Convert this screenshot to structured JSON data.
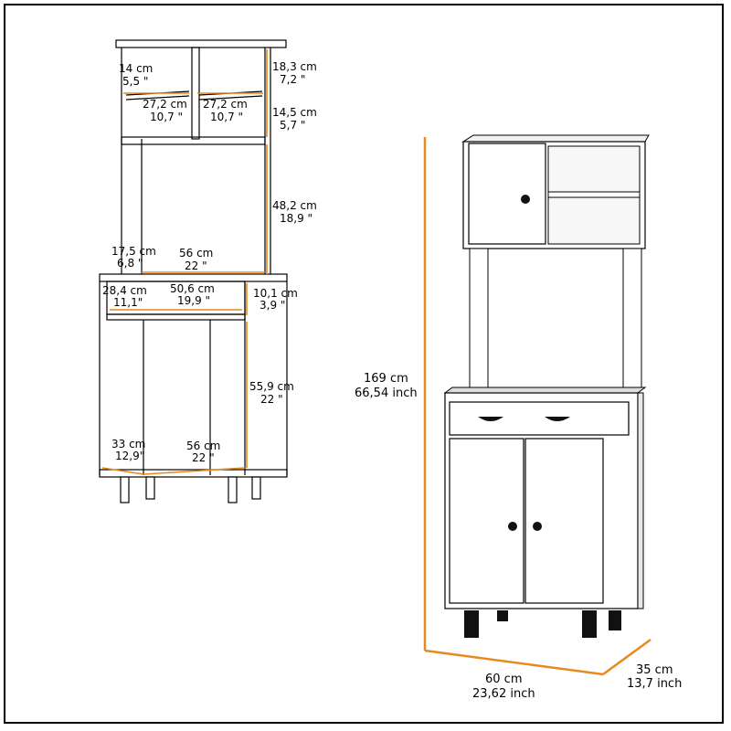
{
  "colors": {
    "accent": "#e8891d",
    "ink": "#000000",
    "cabinet": "#ffffff",
    "legs": "#111111"
  },
  "diagram": {
    "dims": [
      {
        "id": "upper-shelf-gap",
        "cm": "14 cm",
        "in": "5,5 \""
      },
      {
        "id": "top-height",
        "cm": "18,3 cm",
        "in": "7,2 \""
      },
      {
        "id": "left-shelf-width",
        "cm": "27,2 cm",
        "in": "10,7 \""
      },
      {
        "id": "right-shelf-width",
        "cm": "27,2 cm",
        "in": "10,7 \""
      },
      {
        "id": "mid-shelf-height",
        "cm": "14,5 cm",
        "in": "5,7 \""
      },
      {
        "id": "open-area-height",
        "cm": "48,2 cm",
        "in": "18,9 \""
      },
      {
        "id": "counter-depth",
        "cm": "17,5 cm",
        "in": "6,8 \""
      },
      {
        "id": "counter-width",
        "cm": "56 cm",
        "in": "22 \""
      },
      {
        "id": "drawer-depth",
        "cm": "28,4 cm",
        "in": "11,1\""
      },
      {
        "id": "drawer-width",
        "cm": "50,6 cm",
        "in": "19,9 \""
      },
      {
        "id": "drawer-height",
        "cm": "10,1 cm",
        "in": "3,9 \""
      },
      {
        "id": "lower-cabinet-height",
        "cm": "55,9 cm",
        "in": "22 \""
      },
      {
        "id": "lower-depth",
        "cm": "33 cm",
        "in": "12,9\""
      },
      {
        "id": "lower-width",
        "cm": "56 cm",
        "in": "22 \""
      }
    ],
    "overall": {
      "height_cm": "169 cm",
      "height_in": "66,54 inch",
      "width_cm": "60 cm",
      "width_in": "23,62 inch",
      "depth_cm": "35 cm",
      "depth_in": "13,7 inch"
    }
  }
}
